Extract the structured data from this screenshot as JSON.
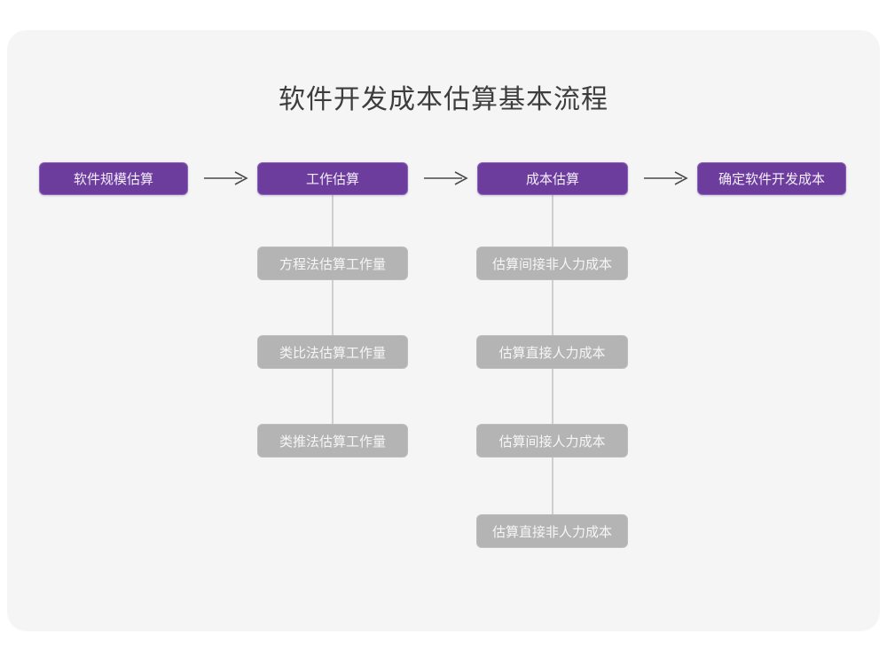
{
  "slide": {
    "title": "软件开发成本估算基本流程",
    "background_color": "#ffffff",
    "card_color": "#f5f5f5",
    "title_color": "#3d3d3d"
  },
  "colors": {
    "primary_node": "#6d3d9e",
    "primary_node_border": "#8c62b6",
    "primary_node_text": "#f4eefa",
    "secondary_node": "#b4b4b4",
    "secondary_node_text": "#f6f6f6",
    "connector_line": "#cfcfcf",
    "arrow": "#4a4a4a"
  },
  "flow": {
    "stages": [
      {
        "id": "stage-1",
        "label": "软件规模估算",
        "substeps": []
      },
      {
        "id": "stage-2",
        "label": "工作估算",
        "substeps": [
          {
            "label": "方程法估算工作量"
          },
          {
            "label": "类比法估算工作量"
          },
          {
            "label": "类推法估算工作量"
          }
        ]
      },
      {
        "id": "stage-3",
        "label": "成本估算",
        "substeps": [
          {
            "label": "估算间接非人力成本"
          },
          {
            "label": "估算直接人力成本"
          },
          {
            "label": "估算间接人力成本"
          },
          {
            "label": "估算直接非人力成本"
          }
        ]
      },
      {
        "id": "stage-4",
        "label": "确定软件开发成本",
        "substeps": []
      }
    ],
    "connectors": [
      {
        "from": "stage-1",
        "to": "stage-2",
        "glyph": "arrow-right"
      },
      {
        "from": "stage-2",
        "to": "stage-3",
        "glyph": "arrow-right"
      },
      {
        "from": "stage-3",
        "to": "stage-4",
        "glyph": "arrow-right"
      }
    ]
  }
}
